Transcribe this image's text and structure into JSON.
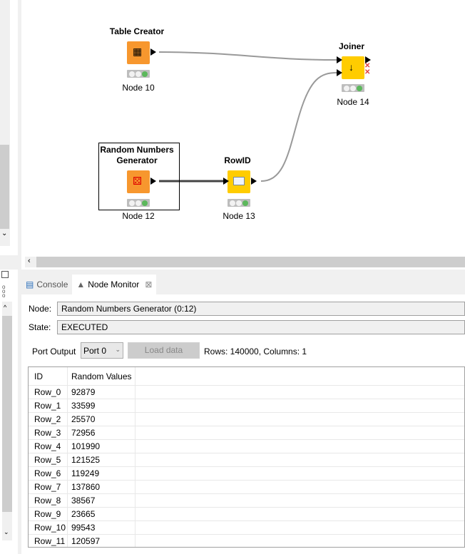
{
  "canvas": {
    "nodes": [
      {
        "title": "Table Creator",
        "caption": "Node 10",
        "color": "#f7972e"
      },
      {
        "title": "Joiner",
        "caption": "Node 14",
        "color": "#ffcc00"
      },
      {
        "title": "Random Numbers Generator",
        "caption": "Node 12",
        "color": "#f7972e"
      },
      {
        "title": "RowID",
        "caption": "Node 13",
        "color": "#ffcc00"
      }
    ]
  },
  "tabs": [
    {
      "label": "Console"
    },
    {
      "label": "Node Monitor"
    }
  ],
  "monitor": {
    "node_label": "Node:",
    "node_value": "Random Numbers Generator  (0:12)",
    "state_label": "State:",
    "state_value": "EXECUTED",
    "port_label": "Port Output",
    "port_select": "Port 0",
    "load_button": "Load data",
    "summary": "Rows: 140000, Columns: 1"
  },
  "table": {
    "headers": [
      "ID",
      "Random Values"
    ],
    "rows": [
      [
        "Row_0",
        "92879"
      ],
      [
        "Row_1",
        "33599"
      ],
      [
        "Row_2",
        "25570"
      ],
      [
        "Row_3",
        "72956"
      ],
      [
        "Row_4",
        "101990"
      ],
      [
        "Row_5",
        "121525"
      ],
      [
        "Row_6",
        "119249"
      ],
      [
        "Row_7",
        "137860"
      ],
      [
        "Row_8",
        "38567"
      ],
      [
        "Row_9",
        "23665"
      ],
      [
        "Row_10",
        "99543"
      ],
      [
        "Row_11",
        "120597"
      ]
    ]
  }
}
